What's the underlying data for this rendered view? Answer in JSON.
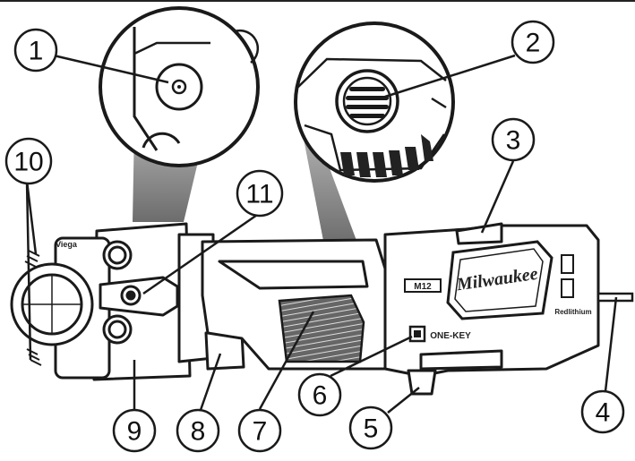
{
  "callouts": [
    {
      "id": "1",
      "label": "1"
    },
    {
      "id": "2",
      "label": "2"
    },
    {
      "id": "3",
      "label": "3"
    },
    {
      "id": "4",
      "label": "4"
    },
    {
      "id": "5",
      "label": "5"
    },
    {
      "id": "6",
      "label": "6"
    },
    {
      "id": "7",
      "label": "7"
    },
    {
      "id": "8",
      "label": "8"
    },
    {
      "id": "9",
      "label": "9"
    },
    {
      "id": "10",
      "label": "10"
    },
    {
      "id": "11",
      "label": "11"
    }
  ],
  "tool": {
    "brand_logo": "Milwaukee",
    "model_badge": "M12",
    "battery_brand": "Redlithium",
    "tech_badge": "ONE-KEY",
    "head_brand": "Viega"
  },
  "colors": {
    "line": "#1a1a1a",
    "shade": "#8a8a8a",
    "light_shade": "#cfcfcf",
    "background": "#ffffff"
  }
}
